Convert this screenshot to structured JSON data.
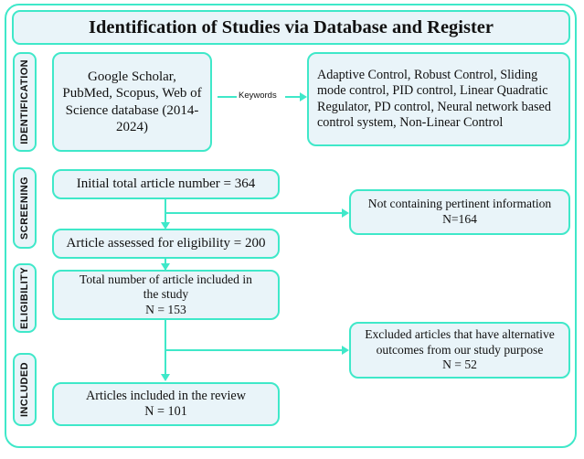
{
  "title": "Identification of Studies via Database and Register",
  "colors": {
    "border": "#3fe8c9",
    "fill": "#e9f4f9",
    "text": "#111111",
    "background": "#ffffff"
  },
  "stage_labels": {
    "identification": "IDENTIFICATION",
    "screening": "SCREENING",
    "eligibility": "ELIGIBILITY",
    "included": "INCLUDED"
  },
  "boxes": {
    "databases": "Google Scholar, PubMed, Scopus, Web of Science database (2014-2024)",
    "keywords_list": "Adaptive Control, Robust Control, Sliding mode control, PID control, Linear Quadratic Regulator, PD control, Neural network based control system, Non-Linear Control",
    "initial_total": "Initial total article number = 364",
    "assessed": "Article assessed for eligibility = 200",
    "not_pertinent_line1": "Not containing pertinent information",
    "not_pertinent_line2": "N=164",
    "included_study_line1": "Total number of article included in",
    "included_study_line2": "the study",
    "included_study_line3": "N = 153",
    "excluded_line1": "Excluded articles that have alternative",
    "excluded_line2": "outcomes from our study purpose",
    "excluded_line3": "N = 52",
    "final_line1": "Articles included in the review",
    "final_line2": "N = 101"
  },
  "connectors": {
    "keywords_label": "Keywords"
  }
}
